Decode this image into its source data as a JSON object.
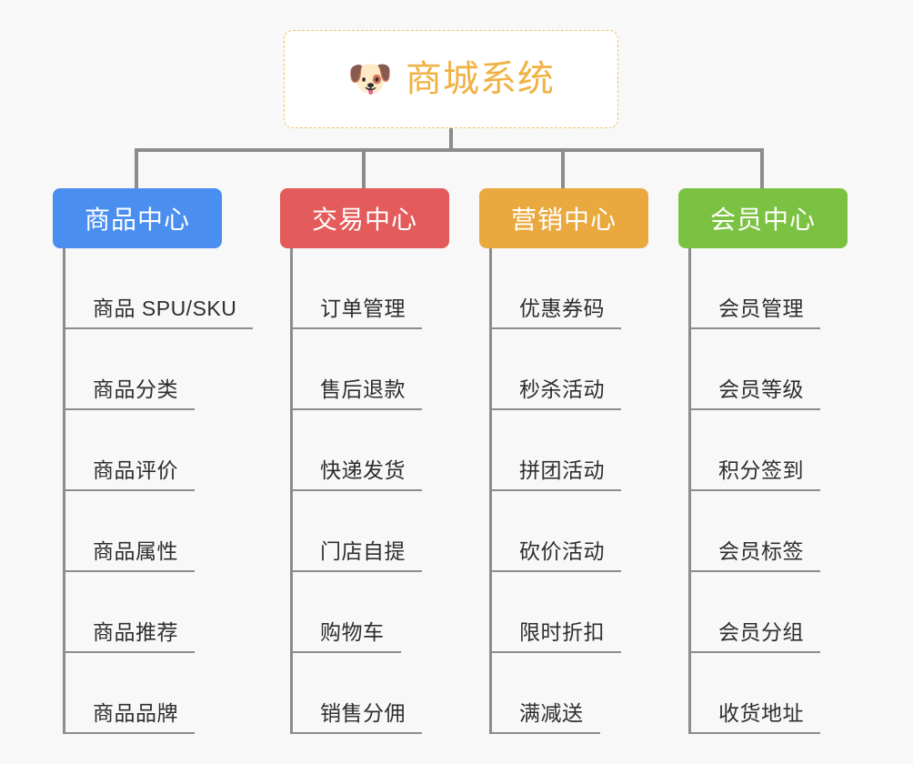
{
  "root": {
    "icon": "dog-face-icon",
    "icon_glyph": "🐶",
    "title": "商城系统",
    "border_color": "#f0c268",
    "text_color": "#f0b242"
  },
  "connector_color": "#8c8c8c",
  "background_color": "#f8f8f8",
  "columns": [
    {
      "title": "商品中心",
      "color": "#4a8ef0",
      "items": [
        "商品 SPU/SKU",
        "商品分类",
        "商品评价",
        "商品属性",
        "商品推荐",
        "商品品牌"
      ]
    },
    {
      "title": "交易中心",
      "color": "#e35b5b",
      "items": [
        "订单管理",
        "售后退款",
        "快递发货",
        "门店自提",
        "购物车",
        "销售分佣"
      ]
    },
    {
      "title": "营销中心",
      "color": "#eaa93f",
      "items": [
        "优惠券码",
        "秒杀活动",
        "拼团活动",
        "砍价活动",
        "限时折扣",
        "满减送"
      ]
    },
    {
      "title": "会员中心",
      "color": "#7cc242",
      "items": [
        "会员管理",
        "会员等级",
        "积分签到",
        "会员标签",
        "会员分组",
        "收货地址"
      ]
    }
  ]
}
